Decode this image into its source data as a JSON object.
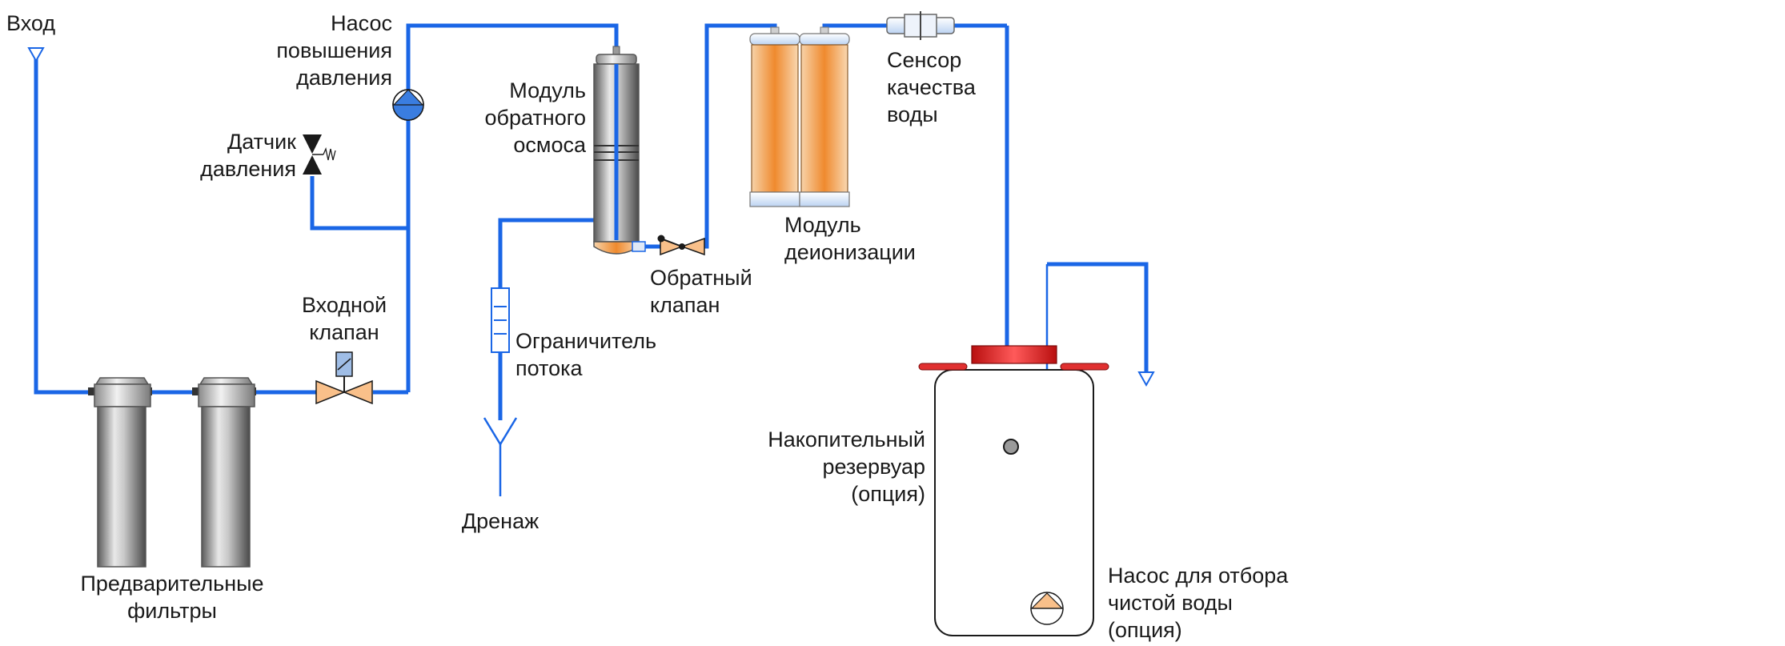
{
  "labels": {
    "inlet": [
      "Вход"
    ],
    "booster_pump": [
      "Насос",
      "повышения",
      "давления"
    ],
    "pressure_sensor": [
      "Датчик",
      "давления"
    ],
    "inlet_valve": [
      "Входной",
      "клапан"
    ],
    "prefilters": [
      "Предварительные",
      "фильтры"
    ],
    "ro_module": [
      "Модуль",
      "обратного",
      "осмоса"
    ],
    "flow_restrictor": [
      "Ограничитель",
      "потока"
    ],
    "drain": [
      "Дренаж"
    ],
    "check_valve": [
      "Обратный",
      "клапан"
    ],
    "di_module": [
      "Модуль",
      "деионизации"
    ],
    "quality_sensor": [
      "Сенсор",
      "качества",
      "воды"
    ],
    "storage_tank": [
      "Накопительный",
      "резервуар",
      "(опция)"
    ],
    "dispense_pump": [
      "Насос для отбора",
      "чистой воды",
      "(опция)"
    ]
  },
  "colors": {
    "pipe": "#1a66e6",
    "valve": "#f9c08a",
    "di_cartridge": "#f08a30",
    "tank_cap": "#e02020",
    "pump_fill": "#3a7de0"
  }
}
